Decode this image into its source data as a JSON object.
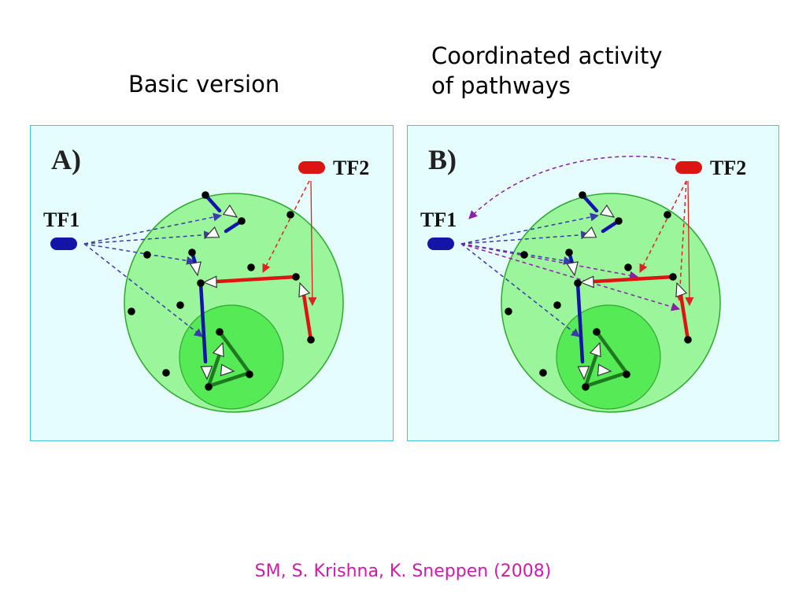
{
  "headings": {
    "left": "Basic version",
    "right_line1": "Coordinated activity",
    "right_line2": "of pathways"
  },
  "citation": "SM, S. Krishna, K. Sneppen (2008)",
  "colors": {
    "background": "#e6fdfd",
    "panel_border": "#44c8d8",
    "outer_circle_fill": "#9bf59b",
    "inner_circle_fill": "#3fe63f",
    "circle_stroke": "#2fa82f",
    "tf1": "#1414a8",
    "tf2": "#dd1414",
    "tf1_dashed": "#3a3aa8",
    "tf2_dashed": "#dd2222",
    "coordination": "#8a1fa8",
    "path_green": "#1e7a1e",
    "node": "#000000",
    "citation": "#cc1ca8"
  },
  "panels": [
    {
      "id": "A",
      "label": "A)",
      "tf1_label": "TF1",
      "tf2_label": "TF2",
      "coordinated": false
    },
    {
      "id": "B",
      "label": "B)",
      "tf1_label": "TF1",
      "tf2_label": "TF2",
      "coordinated": true
    }
  ]
}
